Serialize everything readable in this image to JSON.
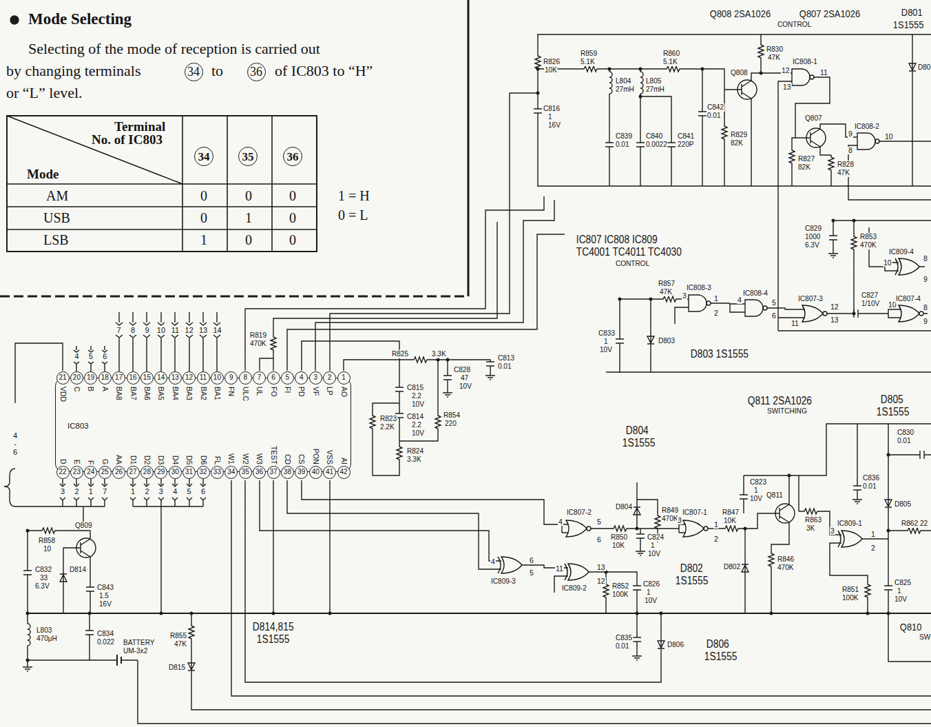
{
  "diagram": {
    "title": "Mode Selecting",
    "nodes": [
      {
        "text": [
          "IC803"
        ]
      }
    ],
    "labels": [
      "Selecting of the mode of reception is carried out",
      "by changing terminals",
      "34",
      "to",
      "36",
      "of IC803 to “H”",
      "or “L” level.",
      "Terminal",
      "No. of IC803",
      "Mode",
      "34",
      "35",
      "36",
      "AM",
      "0",
      "0",
      "0",
      "USB",
      "0",
      "1",
      "0",
      "LSB",
      "1",
      "0",
      "0",
      "1 = H",
      "0 = L",
      "Q808 2SA1026",
      "Q807 2SA1026",
      "CONTROL",
      "D801",
      "1S1555",
      "D80",
      "R859",
      "5.1K",
      "R860",
      "5.1K",
      "R826",
      "10K",
      "L804",
      "27mH",
      "L805",
      "27mH",
      "C816",
      "1",
      "16V",
      "C839",
      "0.01",
      "C840",
      "0.0022",
      "C841",
      "220P",
      "C842",
      "0.01",
      "R829",
      "82K",
      "R830",
      "47K",
      "Q808",
      "IC808-1",
      "12",
      "11",
      "13",
      "Q807",
      "IC808-2",
      "9",
      "10",
      "8",
      "R827",
      "82K",
      "R828",
      "47K",
      "C829",
      "1000",
      "6.3V",
      "R853",
      "470K",
      "IC809-4",
      "10",
      "8",
      "9",
      "IC807 IC808 IC809",
      "TC4001 TC4011 TC4030",
      "CONTROL",
      "R857",
      "47K",
      "IC808-3",
      "3",
      "1",
      "2",
      "IC808-4",
      "4",
      "5",
      "6",
      "IC807-3",
      "12",
      "11",
      "13",
      "C827",
      "1/10V",
      "10",
      "IC807-4",
      "8",
      "9",
      "C833",
      "1",
      "10V",
      "D803",
      "D803 1S1555",
      "Q811 2SA1026",
      "SWITCHING",
      "D805",
      "1S1555",
      "C830",
      "0.01",
      "D804",
      "1S1555",
      "C836",
      "0.01",
      "C823",
      "1",
      "10V",
      "Q811",
      "D805",
      "IC807-2",
      "4",
      "5",
      "6",
      "D804",
      "R849",
      "470K",
      "IC807-1",
      "3",
      "1",
      "2",
      "R847",
      "10K",
      "R863",
      "3K",
      "IC809-1",
      "3",
      "1",
      "2",
      "R862 22",
      "R850",
      "10K",
      "C824",
      "1",
      "10V",
      "4",
      "6",
      "5",
      "IC809-3",
      "11",
      "13",
      "12",
      "IC809-2",
      "R852",
      "100K",
      "C826",
      "1",
      "10V",
      "D802",
      "1S1555",
      "D802",
      "R846",
      "470K",
      "R851",
      "100K",
      "C825",
      "1",
      "10V",
      "Q810",
      "SW",
      "C835",
      "0.01",
      "D806",
      "D806",
      "1S1555",
      "D814,815",
      "1S1555",
      "21",
      "20",
      "19",
      "18",
      "17",
      "16",
      "15",
      "14",
      "13",
      "12",
      "11",
      "10",
      "9",
      "8",
      "7",
      "6",
      "5",
      "4",
      "3",
      "2",
      "1",
      "VDD",
      "C",
      "B",
      "A",
      "BA8",
      "BA7",
      "BA6",
      "BA5",
      "BA4",
      "BA3",
      "BA2",
      "BA1",
      "FN",
      "ULC",
      "UL",
      "FO",
      "FI",
      "PD",
      "VF",
      "LP",
      "AO",
      "22",
      "23",
      "24",
      "25",
      "26",
      "27",
      "28",
      "29",
      "30",
      "31",
      "32",
      "33",
      "34",
      "35",
      "36",
      "37",
      "38",
      "39",
      "40",
      "41",
      "42",
      "D",
      "E",
      "F",
      "G",
      "AA",
      "D1",
      "D2",
      "D3",
      "D4",
      "D5",
      "D6",
      "FL",
      "W1",
      "W2",
      "W3",
      "TEST",
      "CD",
      "CS",
      "PON",
      "VSS",
      "AI",
      "7",
      "8",
      "9",
      "10",
      "11",
      "12",
      "13",
      "14",
      "4",
      "5",
      "6",
      "3",
      "2",
      "1",
      "7",
      "1",
      "2",
      "3",
      "4",
      "5",
      "6",
      "4 - 6",
      "R819",
      "470K",
      "R825",
      "3.3K",
      "C828",
      "47",
      "10V",
      "C813",
      "0.01",
      "C815",
      "2.2",
      "10V",
      "R823",
      "2.2K",
      "C814",
      "2.2",
      "10V",
      "R854",
      "220",
      "R824",
      "3.3K",
      "Q809",
      "R858",
      "10",
      "C832",
      "33",
      "6.3V",
      "D814",
      "C843",
      "1.5",
      "16V",
      "L803",
      "470μH",
      "C834",
      "0.022",
      "BATTERY",
      "UM-3x2",
      "R855",
      "47K",
      "D815"
    ]
  }
}
